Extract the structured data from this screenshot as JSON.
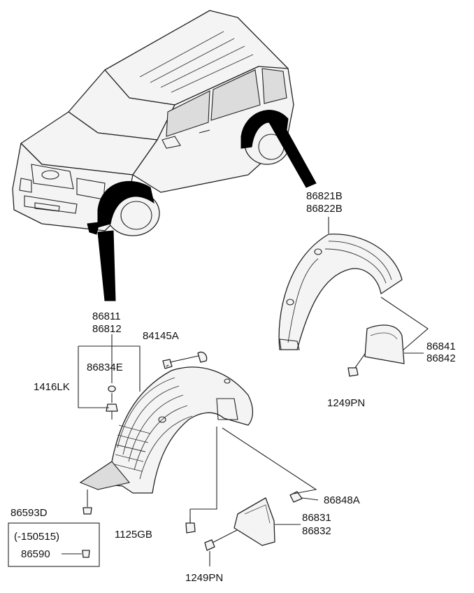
{
  "diagram": {
    "labels": {
      "rear_liner": "86821B",
      "rear_liner_alt": "86822B",
      "front_liner": "86811",
      "front_liner_alt": "86812",
      "nut": "84145A",
      "washer": "86834E",
      "grommet": "1416LK",
      "rear_flap": "86841",
      "rear_flap_alt": "86842",
      "rear_screw": "1249PN",
      "clip": "86593D",
      "inset_date": "(-150515)",
      "inset_part": "86590",
      "bolt": "1125GB",
      "front_screw": "1249PN",
      "front_clip": "86848A",
      "front_flap": "86831",
      "front_flap_alt": "86832"
    }
  }
}
